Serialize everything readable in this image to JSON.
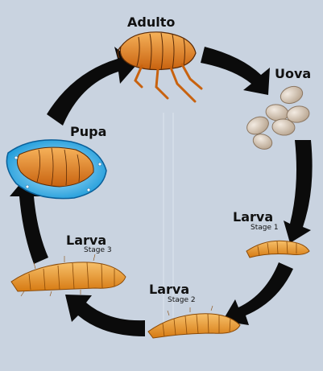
{
  "stages": {
    "adult": {
      "label": "Adulto"
    },
    "eggs": {
      "label": "Uova"
    },
    "larva1": {
      "label": "Larva",
      "sub": "Stage 1"
    },
    "larva2": {
      "label": "Larva",
      "sub": "Stage 2"
    },
    "larva3": {
      "label": "Larva",
      "sub": "Stage 3"
    },
    "pupa": {
      "label": "Pupa"
    }
  },
  "colors": {
    "background": "#c9d3e0",
    "arrow": "#0b0b0b",
    "flea": "#e07b1c",
    "larva": "#f0a032",
    "egg": "#dccbb8",
    "cocoon": "#1aa6e4"
  },
  "icons": [
    "flea-adult-icon",
    "eggs-icon",
    "larva-icon",
    "pupa-cocoon-icon",
    "cycle-arrow-icon"
  ]
}
